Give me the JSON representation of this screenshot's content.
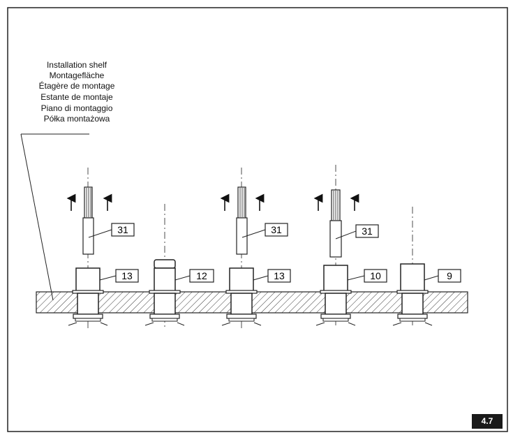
{
  "shelf_label": {
    "lines": [
      "Installation shelf",
      "Montagefläche",
      "Étagère de montage",
      "Estante de montaje",
      "Piano di montaggio",
      "Półka montażowa"
    ]
  },
  "callouts": {
    "spindle_a": "31",
    "spindle_b": "31",
    "spindle_c": "31",
    "body_1": "13",
    "body_2": "12",
    "body_3": "13",
    "body_4": "10",
    "body_5": "9"
  },
  "figure_number": "4.7"
}
